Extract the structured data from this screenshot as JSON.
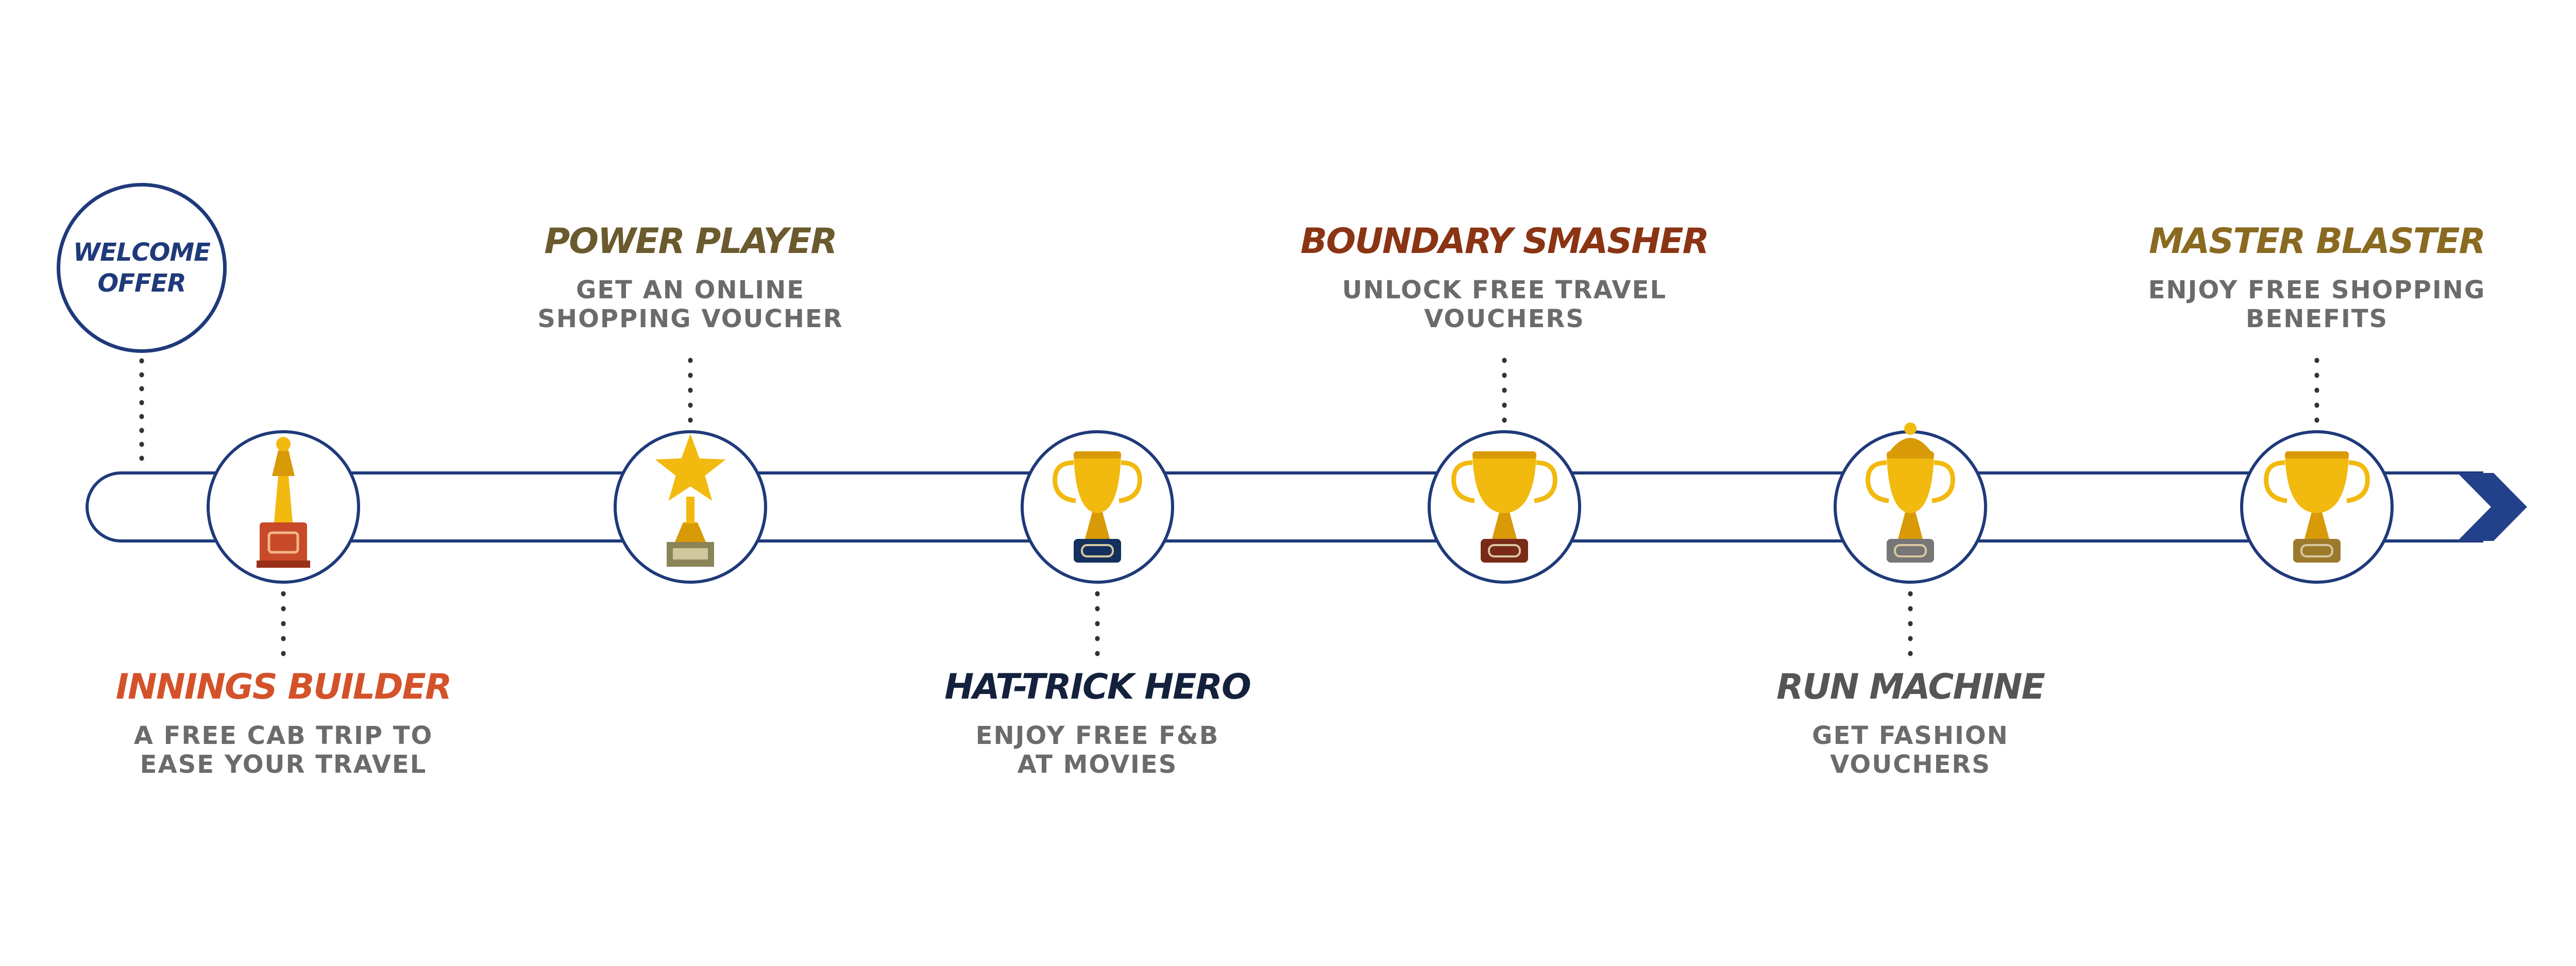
{
  "welcome": {
    "label": "WELCOME\nOFFER"
  },
  "colors": {
    "line": "#1f3a7a",
    "gold": "#f2b90f",
    "gold_dark": "#d89a06",
    "arrow": "#23418a"
  },
  "milestones": [
    {
      "title": "INNINGS BUILDER",
      "line1": "A FREE CAB TRIP TO",
      "line2": "EASE YOUR TRAVEL",
      "color": "#d4522a",
      "icon": "tall-trophy-icon"
    },
    {
      "title": "POWER PLAYER",
      "line1": "GET AN ONLINE",
      "line2": "SHOPPING VOUCHER",
      "color": "#6b5a2e",
      "icon": "star-trophy-icon"
    },
    {
      "title": "HAT-TRICK HERO",
      "line1": "ENJOY FREE F&B",
      "line2": "AT MOVIES",
      "color": "#14213d",
      "icon": "cup-trophy-icon"
    },
    {
      "title": "BOUNDARY SMASHER",
      "line1": "UNLOCK FREE TRAVEL",
      "line2": "VOUCHERS",
      "color": "#8a3414",
      "icon": "wide-cup-trophy-icon"
    },
    {
      "title": "RUN MACHINE",
      "line1": "GET FASHION",
      "line2": "VOUCHERS",
      "color": "#555555",
      "icon": "lidded-cup-trophy-icon"
    },
    {
      "title": "MASTER BLASTER",
      "line1": "ENJOY FREE SHOPPING",
      "line2": "BENEFITS",
      "color": "#8a6a20",
      "icon": "ornate-cup-trophy-icon"
    }
  ]
}
